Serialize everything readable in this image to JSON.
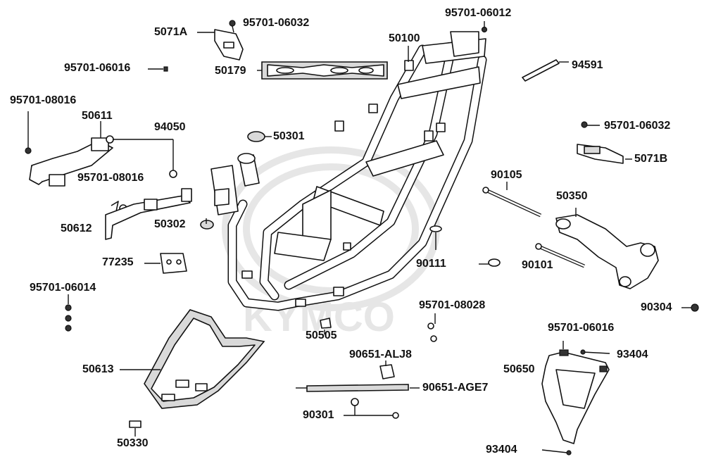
{
  "diagram": {
    "watermark_text": "KYMCO",
    "part_labels": {
      "p_5071A": "5071A",
      "p_95701_06032_top": "95701-06032",
      "p_95701_06012": "95701-06012",
      "p_50100": "50100",
      "p_50179": "50179",
      "p_95701_06016_left": "95701-06016",
      "p_94591": "94591",
      "p_95701_08016_top": "95701-08016",
      "p_50611": "50611",
      "p_94050": "94050",
      "p_50301": "50301",
      "p_95701_06032_right": "95701-06032",
      "p_5071B": "5071B",
      "p_95701_08016_mid": "95701-08016",
      "p_90105": "90105",
      "p_50350": "50350",
      "p_50612": "50612",
      "p_50302": "50302",
      "p_77235": "77235",
      "p_90111": "90111",
      "p_90101": "90101",
      "p_95701_06014": "95701-06014",
      "p_95701_08028": "95701-08028",
      "p_90304": "90304",
      "p_50505": "50505",
      "p_95701_06016_right": "95701-06016",
      "p_90651_ALJ8": "90651-ALJ8",
      "p_93404_top": "93404",
      "p_50613": "50613",
      "p_50650": "50650",
      "p_90651_AGE7": "90651-AGE7",
      "p_90301": "90301",
      "p_50330": "50330",
      "p_93404_bottom": "93404"
    }
  }
}
